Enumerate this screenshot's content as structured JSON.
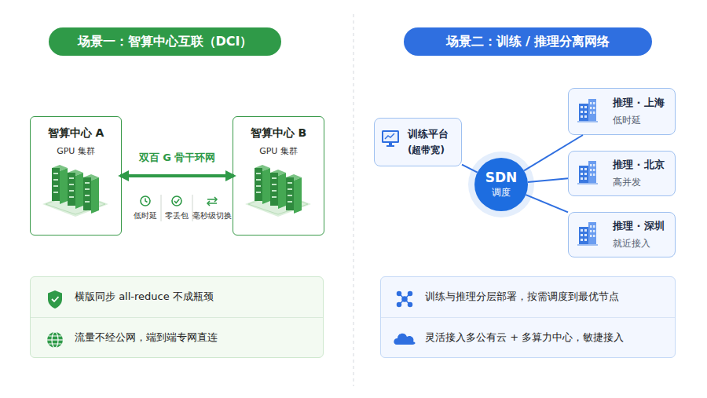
{
  "diagram": {
    "nodes": [
      {
        "text": [
          "场景一：智算中心互联（DCI）"
        ]
      },
      {
        "text": [
          "智算中心 A",
          "GPU 集群"
        ]
      },
      {
        "text": [
          "智算中心 B",
          "GPU 集群"
        ]
      },
      {
        "text": [
          "横版同步 all-reduce 不成瓶颈",
          "流量不经公网，端到端专网直连"
        ]
      },
      {
        "text": [
          "场景二：训练 / 推理分离网络"
        ]
      },
      {
        "text": [
          "训练平台",
          "(超带宽)"
        ]
      },
      {
        "text": [
          "SDN",
          "调度"
        ]
      },
      {
        "text": [
          "推理 · 上海",
          "低时延"
        ]
      },
      {
        "text": [
          "推理 · 北京",
          "高并发"
        ]
      },
      {
        "text": [
          "推理 · 深圳",
          "就近接入"
        ]
      },
      {
        "text": [
          "训练与推理分层部署，按需调度到最优节点",
          "灵活接入多公有云 + 多算力中心，敏捷接入"
        ]
      }
    ],
    "edges": [
      {
        "from": 1,
        "to": 2,
        "arrow": "both",
        "label": "双百 G 骨干环网"
      },
      {
        "from": 5,
        "to": 6,
        "arrow": "none"
      },
      {
        "from": 6,
        "to": 7,
        "arrow": "none"
      },
      {
        "from": 6,
        "to": 8,
        "arrow": "none"
      },
      {
        "from": 6,
        "to": 9,
        "arrow": "none"
      }
    ],
    "labels": [
      "低时延",
      "零丢包",
      "毫秒级切换"
    ]
  }
}
